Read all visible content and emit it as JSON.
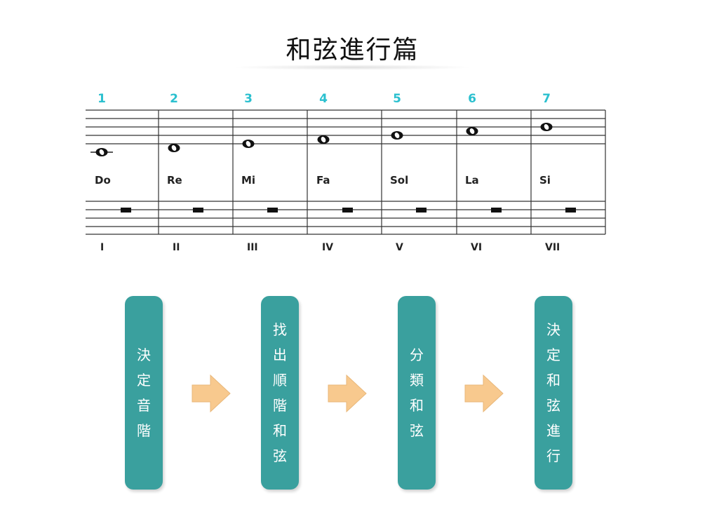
{
  "title": "和弦進行篇",
  "staff": {
    "degrees": [
      "1",
      "2",
      "3",
      "4",
      "5",
      "6",
      "7"
    ],
    "notes": [
      "Do",
      "Re",
      "Mi",
      "Fa",
      "Sol",
      "La",
      "Si"
    ],
    "roman": [
      "I",
      "II",
      "III",
      "IV",
      "V",
      "VI",
      "VII"
    ],
    "degree_color": "#2bc0cf"
  },
  "steps": [
    {
      "chars": [
        "決",
        "定",
        "音",
        "階"
      ]
    },
    {
      "chars": [
        "找",
        "出",
        "順",
        "階",
        "和",
        "弦"
      ]
    },
    {
      "chars": [
        "分",
        "類",
        "和",
        "弦"
      ]
    },
    {
      "chars": [
        "決",
        "定",
        "和",
        "弦",
        "進",
        "行"
      ]
    }
  ],
  "colors": {
    "step_fill": "#3aa09e",
    "arrow_fill": "#f8c98e"
  }
}
